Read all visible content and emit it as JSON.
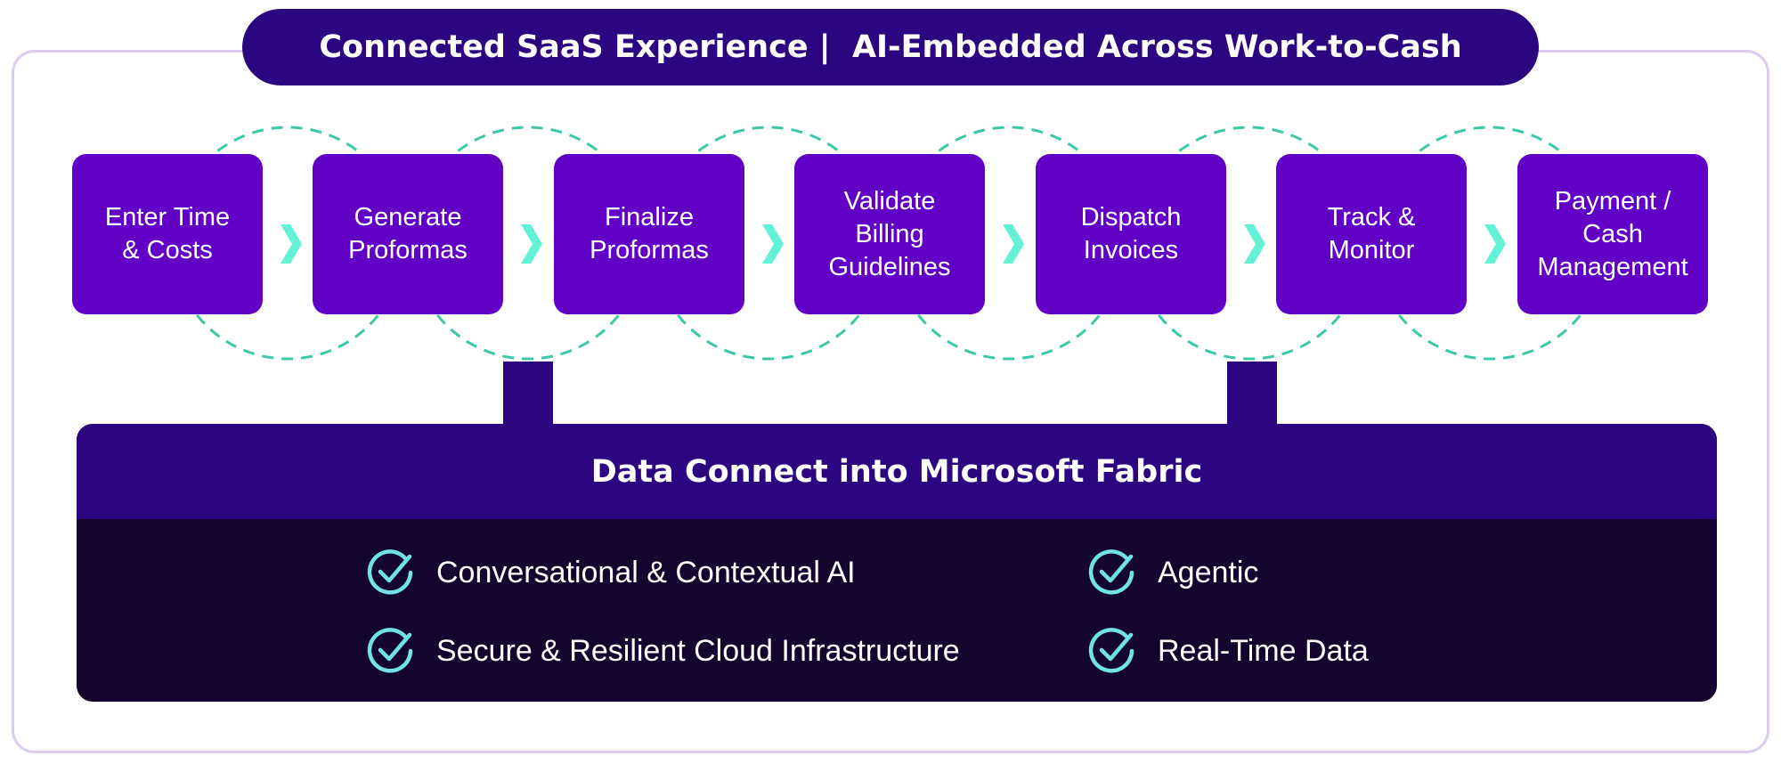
{
  "header": {
    "title": "Connected SaaS Experience |  AI-Embedded Across Work-to-Cash"
  },
  "steps": [
    {
      "label": "Enter Time\n& Costs"
    },
    {
      "label": "Generate\nProformas"
    },
    {
      "label": "Finalize\nProformas"
    },
    {
      "label": "Validate\nBilling\nGuidelines"
    },
    {
      "label": "Dispatch\nInvoices"
    },
    {
      "label": "Track &\nMonitor"
    },
    {
      "label": "Payment /\nCash\nManagement"
    }
  ],
  "fabric": {
    "title": "Data Connect into Microsoft Fabric",
    "features": [
      {
        "label": "Conversational & Contextual AI"
      },
      {
        "label": "Agentic"
      },
      {
        "label": "Secure & Resilient Cloud Infrastructure"
      },
      {
        "label": "Real-Time Data"
      }
    ]
  },
  "colors": {
    "primary_dark": "#2c0680",
    "step_purple": "#6101c6",
    "panel_dark": "#13052e",
    "accent_teal": "#3bc8a8",
    "chevron_aqua": "#63f2d6",
    "check_cyan": "#6fe3e6",
    "frame_lavender": "#dccdf0"
  },
  "icons": {
    "flow_arrow": "chevron-right-icon",
    "feature_marker": "check-circle-icon"
  }
}
